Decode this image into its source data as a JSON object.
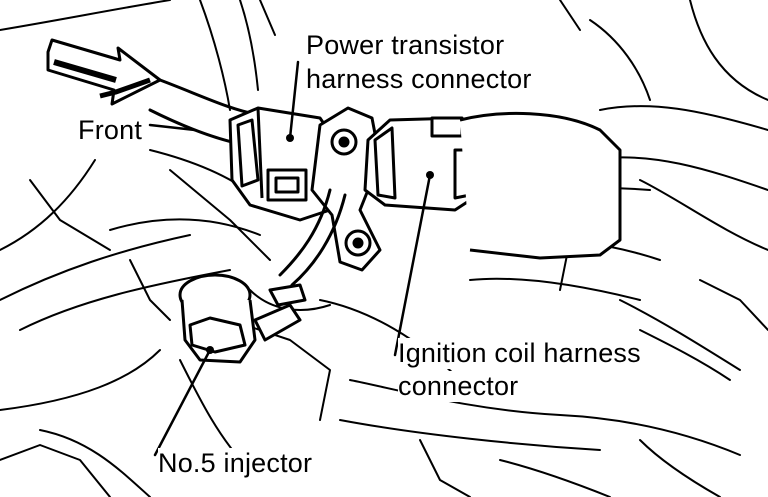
{
  "labels": {
    "power_transistor_line1": "Power transistor",
    "power_transistor_line2": "harness connector",
    "front": "Front",
    "ignition_coil_line1": "Ignition coil harness",
    "ignition_coil_line2": "connector",
    "injector": "No.5 injector"
  },
  "colors": {
    "ink": "#000000",
    "paper": "#ffffff"
  }
}
